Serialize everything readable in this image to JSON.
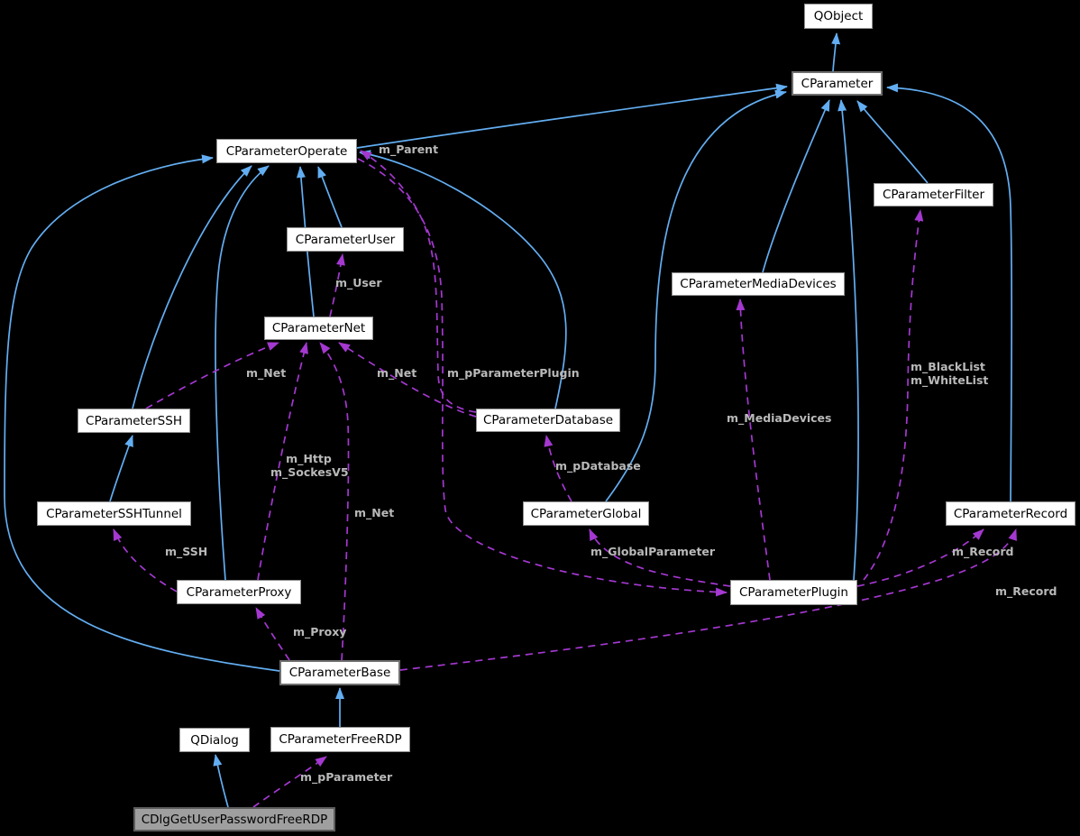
{
  "diagram": {
    "background": "#000000",
    "colors": {
      "inheritance_edge": "#63aef2",
      "usage_edge": "#a438d0",
      "edge_label": "#b9b9b9",
      "node_fill": "#ffffff",
      "node_border": "#919191",
      "highlight_fill": "#9f9f9f",
      "node_text": "#000000"
    },
    "nodes": [
      {
        "id": "QObject",
        "label": "QObject",
        "highlighted": false
      },
      {
        "id": "CParameter",
        "label": "CParameter",
        "highlighted": false
      },
      {
        "id": "CParameterOperate",
        "label": "CParameterOperate",
        "highlighted": false
      },
      {
        "id": "CParameterFilter",
        "label": "CParameterFilter",
        "highlighted": false
      },
      {
        "id": "CParameterUser",
        "label": "CParameterUser",
        "highlighted": false
      },
      {
        "id": "CParameterMediaDevices",
        "label": "CParameterMediaDevices",
        "highlighted": false
      },
      {
        "id": "CParameterNet",
        "label": "CParameterNet",
        "highlighted": false
      },
      {
        "id": "CParameterSSH",
        "label": "CParameterSSH",
        "highlighted": false
      },
      {
        "id": "CParameterDatabase",
        "label": "CParameterDatabase",
        "highlighted": false
      },
      {
        "id": "CParameterSSHTunnel",
        "label": "CParameterSSHTunnel",
        "highlighted": false
      },
      {
        "id": "CParameterGlobal",
        "label": "CParameterGlobal",
        "highlighted": false
      },
      {
        "id": "CParameterRecord",
        "label": "CParameterRecord",
        "highlighted": false
      },
      {
        "id": "CParameterProxy",
        "label": "CParameterProxy",
        "highlighted": false
      },
      {
        "id": "CParameterPlugin",
        "label": "CParameterPlugin",
        "highlighted": false
      },
      {
        "id": "CParameterBase",
        "label": "CParameterBase",
        "highlighted": false
      },
      {
        "id": "QDialog",
        "label": "QDialog",
        "highlighted": false
      },
      {
        "id": "CParameterFreeRDP",
        "label": "CParameterFreeRDP",
        "highlighted": false
      },
      {
        "id": "CDlgGetUserPasswordFreeRDP",
        "label": "CDlgGetUserPasswordFreeRDP",
        "highlighted": true
      }
    ],
    "edges": [
      {
        "from": "CParameter",
        "to": "QObject",
        "type": "inheritance",
        "label": ""
      },
      {
        "from": "CParameterOperate",
        "to": "CParameter",
        "type": "inheritance",
        "label": ""
      },
      {
        "from": "CParameterGlobal",
        "to": "CParameter",
        "type": "inheritance",
        "label": ""
      },
      {
        "from": "CParameterMediaDevices",
        "to": "CParameter",
        "type": "inheritance",
        "label": ""
      },
      {
        "from": "CParameterPlugin",
        "to": "CParameter",
        "type": "inheritance",
        "label": ""
      },
      {
        "from": "CParameterFilter",
        "to": "CParameter",
        "type": "inheritance",
        "label": ""
      },
      {
        "from": "CParameterRecord",
        "to": "CParameter",
        "type": "inheritance",
        "label": ""
      },
      {
        "from": "CParameterUser",
        "to": "CParameterOperate",
        "type": "inheritance",
        "label": ""
      },
      {
        "from": "CParameterNet",
        "to": "CParameterOperate",
        "type": "inheritance",
        "label": ""
      },
      {
        "from": "CParameterSSH",
        "to": "CParameterOperate",
        "type": "inheritance",
        "label": ""
      },
      {
        "from": "CParameterProxy",
        "to": "CParameterOperate",
        "type": "inheritance",
        "label": ""
      },
      {
        "from": "CParameterDatabase",
        "to": "CParameterOperate",
        "type": "inheritance",
        "label": ""
      },
      {
        "from": "CParameterBase",
        "to": "CParameterOperate",
        "type": "inheritance",
        "label": ""
      },
      {
        "from": "CParameterSSHTunnel",
        "to": "CParameterSSH",
        "type": "inheritance",
        "label": ""
      },
      {
        "from": "CParameterFreeRDP",
        "to": "CParameterBase",
        "type": "inheritance",
        "label": ""
      },
      {
        "from": "CDlgGetUserPasswordFreeRDP",
        "to": "QDialog",
        "type": "inheritance",
        "label": ""
      },
      {
        "from": "CParameterNet",
        "to": "CParameterUser",
        "type": "usage",
        "label": "m_User"
      },
      {
        "from": "CParameterSSH",
        "to": "CParameterNet",
        "type": "usage",
        "label": "m_Net"
      },
      {
        "from": "CParameterDatabase",
        "to": "CParameterNet",
        "type": "usage",
        "label": "m_Net"
      },
      {
        "from": "CParameterProxy",
        "to": "CParameterNet",
        "type": "usage",
        "label": "m_Http\nm_SockesV5"
      },
      {
        "from": "CParameterBase",
        "to": "CParameterNet",
        "type": "usage",
        "label": "m_Net"
      },
      {
        "from": "CParameterProxy",
        "to": "CParameterSSHTunnel",
        "type": "usage",
        "label": "m_SSH"
      },
      {
        "from": "CParameterBase",
        "to": "CParameterProxy",
        "type": "usage",
        "label": "m_Proxy"
      },
      {
        "from": "CParameterGlobal",
        "to": "CParameterDatabase",
        "type": "usage",
        "label": "m_pDatabase"
      },
      {
        "from": "CParameterPlugin",
        "to": "CParameterGlobal",
        "type": "usage",
        "label": "m_GlobalParameter"
      },
      {
        "from": "CParameterPlugin",
        "to": "CParameterMediaDevices",
        "type": "usage",
        "label": "m_MediaDevices"
      },
      {
        "from": "CParameterPlugin",
        "to": "CParameterFilter",
        "type": "usage",
        "label": "m_BlackList\nm_WhiteList"
      },
      {
        "from": "CParameterPlugin",
        "to": "CParameterRecord",
        "type": "usage",
        "label": "m_Record"
      },
      {
        "from": "CParameterBase",
        "to": "CParameterRecord",
        "type": "usage",
        "label": "m_Record"
      },
      {
        "from": "CParameterOperate",
        "to": "CParameterPlugin",
        "type": "usage",
        "label": "m_pParameterPlugin"
      },
      {
        "from": "CParameterDatabase",
        "to": "CParameterOperate",
        "type": "usage",
        "label": "m_Parent"
      },
      {
        "from": "CDlgGetUserPasswordFreeRDP",
        "to": "CParameterFreeRDP",
        "type": "usage",
        "label": "m_pParameter"
      }
    ]
  }
}
